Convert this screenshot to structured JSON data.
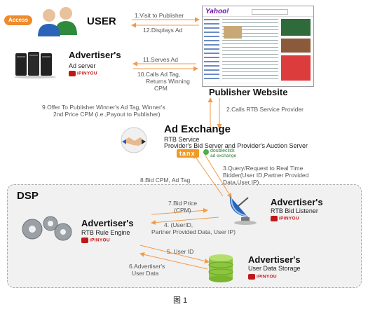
{
  "access_badge": "Access",
  "user_title": "USER",
  "advertiser_server": {
    "title": "Advertiser's",
    "sub": "Ad server"
  },
  "publisher": {
    "title": "Publisher Website",
    "yahoo_logo": "Yahoo!"
  },
  "ad_exchange": {
    "title": "Ad Exchange",
    "line1": "RTB Service",
    "line2": "Provider's Bid Server and Provider's Auction Server",
    "tanx": "tanx",
    "doubleclick": "doubleclick",
    "doubleclick_sub": "ad exchange"
  },
  "dsp_label": "DSP",
  "bid_listener": {
    "title": "Advertiser's",
    "sub": "RTB Bid Listener"
  },
  "rule_engine": {
    "title": "Advertiser's",
    "sub": "RTB Rule Engine"
  },
  "user_data": {
    "title": "Advertiser's",
    "sub": "User Data Storage"
  },
  "ipinyou": "iPINYOU",
  "steps": {
    "s1": "1.Visit to Publisher",
    "s12": "12.Displays Ad",
    "s11": "11.Serves Ad",
    "s10a": "10.Calls Ad Tag,",
    "s10b": "Returns Winning",
    "s10c": "CPM",
    "s9a": "9.Offer To Publisher Winner's Ad Tag,  Winner's",
    "s9b": "2nd Price CPM (i.e.,Payout to Publisher)",
    "s2": "2.Calls RTB Service Provider",
    "s3a": "3.Query/Request to Real Time",
    "s3b": "Bidder(User ID,Partner Provided",
    "s3c": "Data,User IP)",
    "s8": "8.Bid CPM,  Ad Tag",
    "s7a": "7.Bid Price",
    "s7b": "(CPM)",
    "s4a": "4. (UserID,",
    "s4b": "Partner Provided Data,   User IP)",
    "s5": "5. User  ID",
    "s6a": "6.Advertiser's",
    "s6b": "User Data"
  },
  "figure_caption": "图 1",
  "colors": {
    "arrow": "#f39a4a",
    "ipinyou": "#c01818",
    "access": "#f08a2a"
  }
}
